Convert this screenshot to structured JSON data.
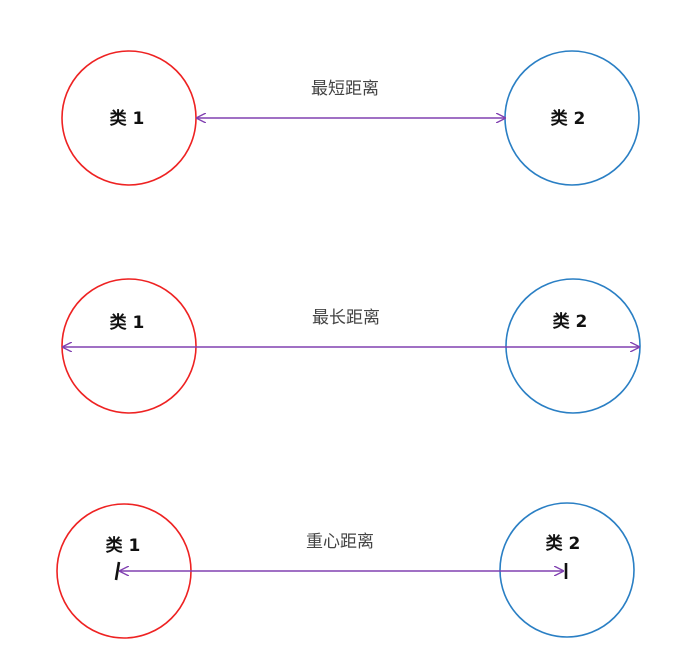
{
  "colors": {
    "cluster1": "#ee2222",
    "cluster2": "#2a7fc4",
    "arrow": "#8040b0",
    "centroid_mark": "#111111"
  },
  "panels": [
    {
      "distance_label": "最短距离",
      "cluster1_label": "类 1",
      "cluster2_label": "类 2"
    },
    {
      "distance_label": "最长距离",
      "cluster1_label": "类 1",
      "cluster2_label": "类 2"
    },
    {
      "distance_label": "重心距离",
      "cluster1_label": "类 1",
      "cluster2_label": "类 2"
    }
  ]
}
